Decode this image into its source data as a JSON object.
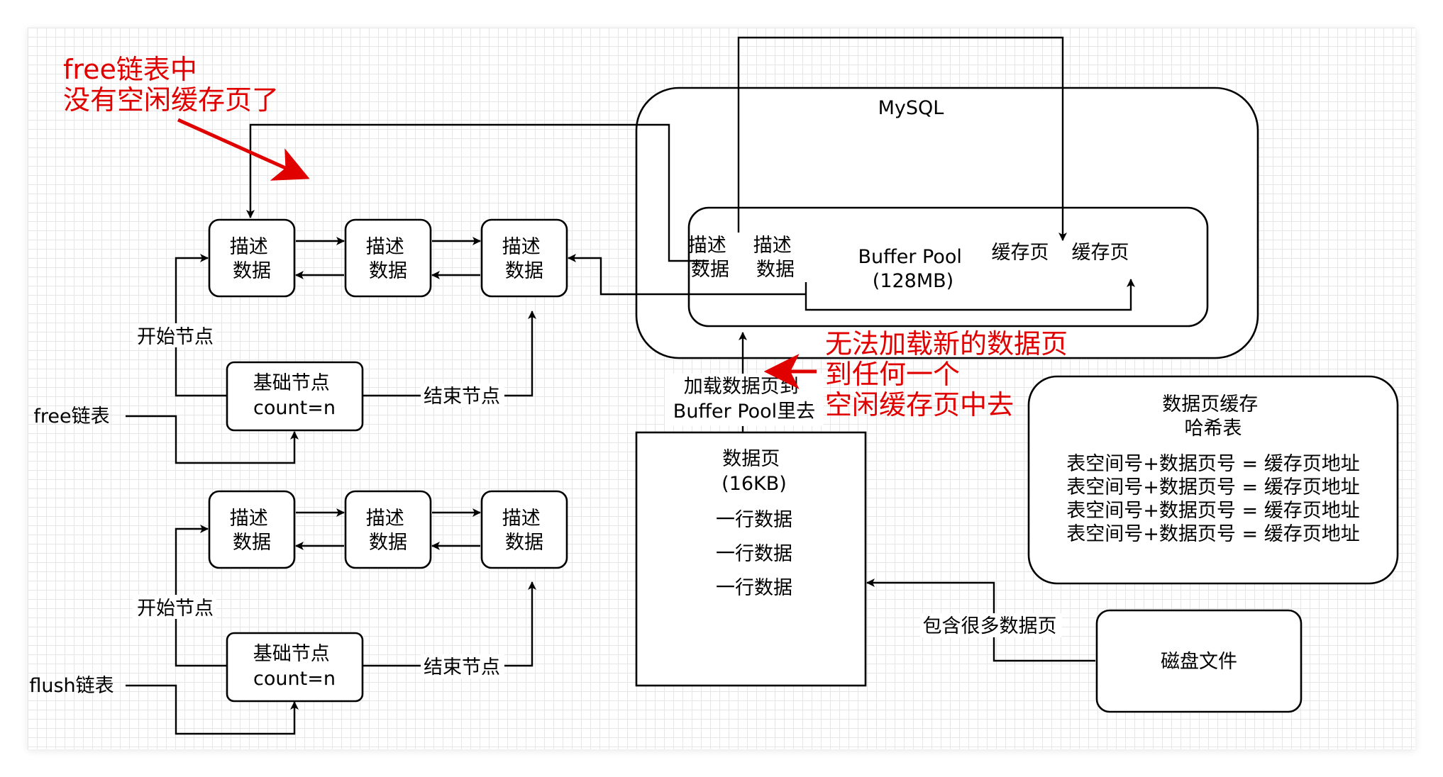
{
  "colors": {
    "annotation": "#e00000",
    "line": "#000000",
    "grid": "#e6e6e6"
  },
  "annotation_top": [
    "free链表中",
    "没有空闲缓存页了"
  ],
  "annotation_bottom": [
    "无法加载新的数据页",
    "到任何一个",
    "空闲缓存页中去"
  ],
  "free_list": {
    "label": "free链表",
    "base_node": [
      "基础节点",
      "count=n"
    ],
    "start_label": "开始节点",
    "end_label": "结束节点",
    "nodes": [
      [
        "描述",
        "数据"
      ],
      [
        "描述",
        "数据"
      ],
      [
        "描述",
        "数据"
      ]
    ]
  },
  "flush_list": {
    "label": "flush链表",
    "base_node": [
      "基础节点",
      "count=n"
    ],
    "start_label": "开始节点",
    "end_label": "结束节点",
    "nodes": [
      [
        "描述",
        "数据"
      ],
      [
        "描述",
        "数据"
      ],
      [
        "描述",
        "数据"
      ]
    ]
  },
  "mysql": {
    "title": "MySQL",
    "buffer_pool": {
      "title": [
        "Buffer Pool",
        "(128MB)"
      ],
      "descriptors": [
        [
          "描述",
          "数据"
        ],
        [
          "描述",
          "数据"
        ]
      ],
      "cache_pages": [
        "缓存页",
        "缓存页"
      ]
    }
  },
  "load_label": [
    "加载数据页到",
    "Buffer Pool里去"
  ],
  "data_page": {
    "title": [
      "数据页",
      "(16KB)"
    ],
    "rows": [
      "一行数据",
      "一行数据",
      "一行数据"
    ]
  },
  "hash_table": {
    "title": [
      "数据页缓存",
      "哈希表"
    ],
    "entries": [
      "表空间号+数据页号 = 缓存页地址",
      "表空间号+数据页号 = 缓存页地址",
      "表空间号+数据页号 = 缓存页地址",
      "表空间号+数据页号 = 缓存页地址"
    ]
  },
  "disk_file": {
    "label": "磁盘文件",
    "edge_label": "包含很多数据页"
  }
}
